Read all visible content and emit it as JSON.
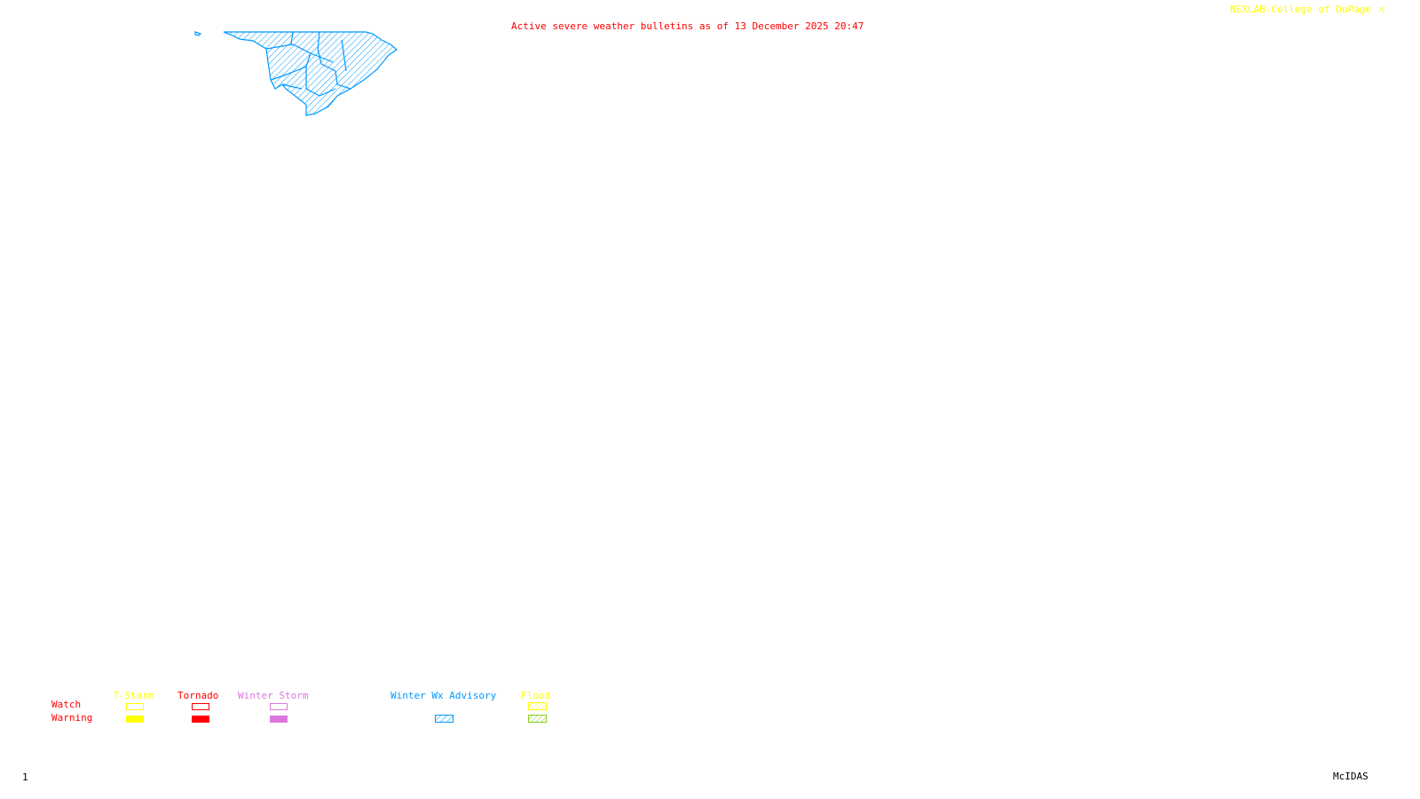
{
  "header": {
    "title": "Active severe weather bulletins as of 13 December 2025 20:47",
    "credit": "NEXLAB-College of DuPage",
    "credit_icon": "corner-arrow-icon"
  },
  "colors": {
    "title": "#ff0000",
    "credit": "#ffff00",
    "advisory": "#0099ff",
    "tstorm": "#ffff00",
    "tornado": "#ff0000",
    "winter_storm": "#dd77dd",
    "flood_watch": "#ffff00",
    "flood_warning": "#88cc22"
  },
  "legend": {
    "row_labels": {
      "watch": "Watch",
      "warning": "Warning"
    },
    "categories": [
      {
        "label": "T-Storm"
      },
      {
        "label": "Tornado"
      },
      {
        "label": "Winter Storm"
      },
      {
        "label": "Winter Wx Advisory"
      },
      {
        "label": "Flood"
      }
    ]
  },
  "footer": {
    "frame": "1",
    "software": "McIDAS"
  }
}
